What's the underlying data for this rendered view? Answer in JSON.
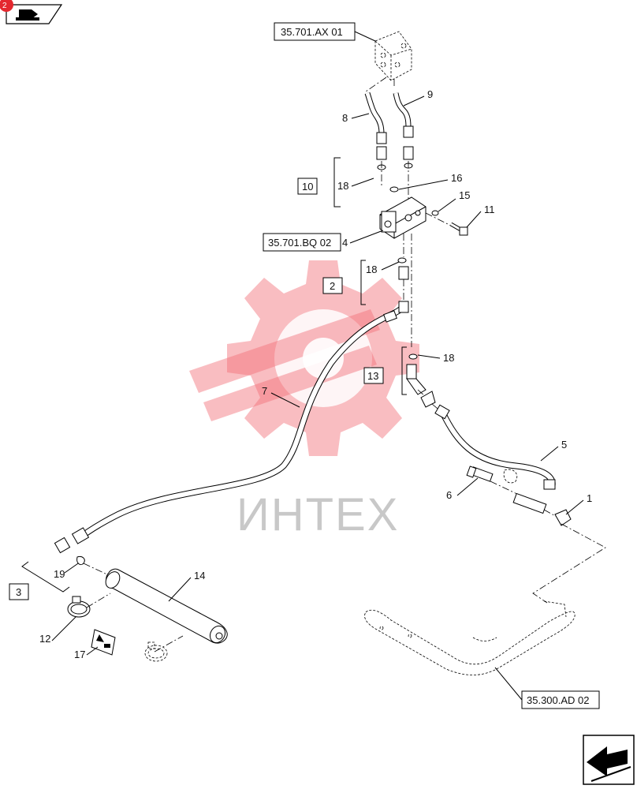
{
  "references": {
    "ax01": "35.701.AX 01",
    "bq02": "35.701.BQ 02",
    "ad02": "35.300.AD 02"
  },
  "groups": {
    "g10": "10",
    "g2": "2",
    "g13": "13",
    "g3": "3"
  },
  "callouts": {
    "c1": "1",
    "c4": "4",
    "c5": "5",
    "c6": "6",
    "c7": "7",
    "c8": "8",
    "c9": "9",
    "c11": "11",
    "c12": "12",
    "c14": "14",
    "c15": "15",
    "c16": "16",
    "c17": "17",
    "c18a": "18",
    "c18b": "18",
    "c18c": "18",
    "c19": "19"
  },
  "watermark": {
    "text": "ИНТЕХ",
    "color": "#f26d75"
  },
  "icons": {
    "top_left": "book-navigation-icon",
    "badge": "page-badge-icon",
    "bottom_right": "next-page-arrow-icon"
  }
}
